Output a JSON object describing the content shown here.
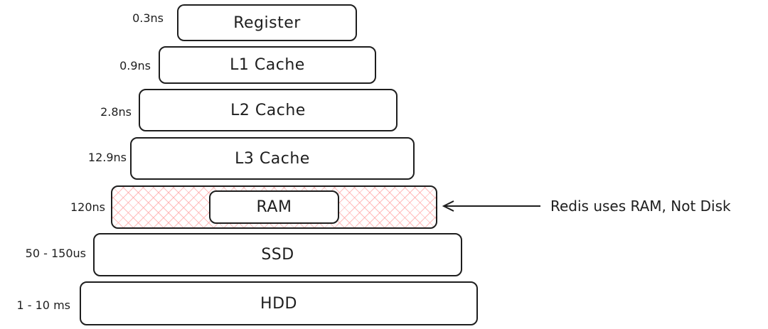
{
  "levels": [
    {
      "label": "Register",
      "latency": "0.3ns"
    },
    {
      "label": "L1 Cache",
      "latency": "0.9ns"
    },
    {
      "label": "L2 Cache",
      "latency": "2.8ns"
    },
    {
      "label": "L3 Cache",
      "latency": "12.9ns"
    },
    {
      "label": "RAM",
      "latency": "120ns",
      "highlighted": true
    },
    {
      "label": "SSD",
      "latency": "50 - 150us"
    },
    {
      "label": "HDD",
      "latency": "1 - 10 ms"
    }
  ],
  "annotation": {
    "text": "Redis uses RAM, Not Disk",
    "points_to": "RAM"
  },
  "colors": {
    "stroke": "#1e1e1e",
    "highlight_hatch": "#ffa0a0"
  }
}
